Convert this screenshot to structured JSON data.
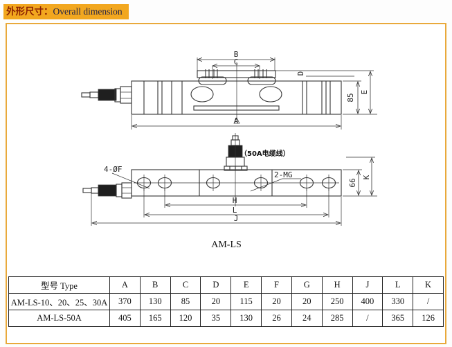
{
  "title": {
    "zh": "外形尺寸：",
    "en": "Overall dimension"
  },
  "figure": {
    "caption": "AM-LS",
    "side_view": {
      "dims": {
        "A": "A",
        "B": "B",
        "C": "C",
        "D": "D",
        "E": "E",
        "body_height": "85"
      }
    },
    "top_view": {
      "dims": {
        "H": "H",
        "L": "L",
        "J": "J",
        "K": "K",
        "body_width": "66"
      },
      "annotations": {
        "holes": "4-ØF",
        "thread": "2-MG",
        "cable": "（50A电缆线）"
      }
    }
  },
  "table": {
    "headers": [
      "型号 Type",
      "A",
      "B",
      "C",
      "D",
      "E",
      "F",
      "G",
      "H",
      "J",
      "L",
      "K"
    ],
    "rows": [
      {
        "type": "AM-LS-10、20、25、30A",
        "values": [
          "370",
          "130",
          "85",
          "20",
          "115",
          "20",
          "20",
          "250",
          "400",
          "330",
          "/"
        ]
      },
      {
        "type": "AM-LS-50A",
        "values": [
          "405",
          "165",
          "120",
          "35",
          "130",
          "26",
          "24",
          "285",
          "/",
          "365",
          "126"
        ]
      }
    ]
  },
  "colors": {
    "accent": "#F2A71F",
    "frame_border": "#E9A93B",
    "title_zh": "#8B2000",
    "title_en": "#232347",
    "line": "#333333"
  }
}
